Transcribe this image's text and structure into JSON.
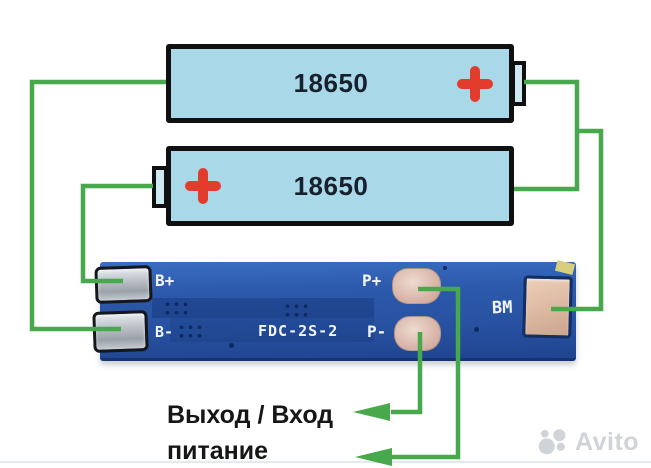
{
  "batteries": {
    "top": {
      "label": "18650"
    },
    "bottom": {
      "label": "18650"
    }
  },
  "board": {
    "model": "FDC-2S-2",
    "pads": {
      "b_plus": "B+",
      "b_minus": "B-",
      "p_plus": "P+",
      "p_minus": "P-",
      "bm": "BM"
    }
  },
  "caption": {
    "line1": "Выход / Вход",
    "line2": "питание"
  },
  "watermark": {
    "text": "Avito"
  },
  "colors": {
    "wire": "#47a84c",
    "battery-fill": "#a9d8e8",
    "plus-red": "#e33b2c",
    "board-blue": "#2b55a5",
    "silkscreen": "#f2f5fa",
    "caption-text": "#161616",
    "watermark-gray": "#d0d4d8"
  }
}
